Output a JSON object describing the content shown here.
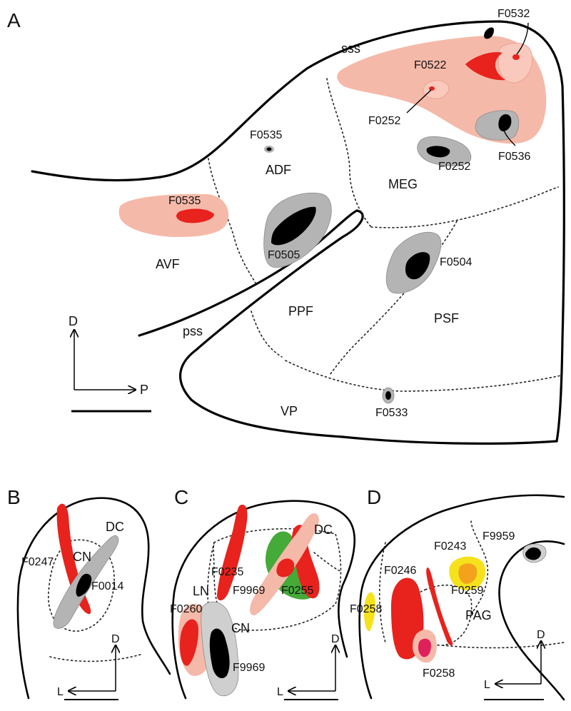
{
  "panels": {
    "a": "A",
    "b": "B",
    "c": "C",
    "d": "D"
  },
  "colors": {
    "pink": "#f5b9a9",
    "red": "#e8221c",
    "gray": "#b4b4b4",
    "black": "#000000",
    "green": "#44aa38",
    "yellow": "#f6e21c",
    "orange": "#f4a21c",
    "magenta": "#e0205a"
  },
  "panel_a": {
    "sulci": {
      "sss": "sss",
      "pss": "pss"
    },
    "regions": {
      "adf": "ADF",
      "meg": "MEG",
      "avf": "AVF",
      "ppf": "PPF",
      "psf": "PSF",
      "vp": "VP"
    },
    "sites": {
      "f0532": "F0532",
      "f0522": "F0522",
      "f0252_small": "F0252",
      "f0536": "F0536",
      "f0252_meg": "F0252",
      "f0535_dot": "F0535",
      "f0535_avf": "F0535",
      "f0505": "F0505",
      "f0504": "F0504",
      "f0533": "F0533"
    },
    "axes": {
      "dorsal": "D",
      "posterior": "P"
    }
  },
  "panel_b": {
    "regions": {
      "dc": "DC",
      "cn": "CN"
    },
    "sites": {
      "f0247": "F0247",
      "f0014": "F0014"
    },
    "axes": {
      "dorsal": "D",
      "lateral": "L"
    }
  },
  "panel_c": {
    "regions": {
      "dc": "DC",
      "ln": "LN",
      "cn": "CN"
    },
    "sites": {
      "f0235": "F0235",
      "f9969_upper": "F9969",
      "f0255": "F0255",
      "f0260": "F0260",
      "f9969_lower": "F9969"
    },
    "axes": {
      "dorsal": "D",
      "lateral": "L"
    }
  },
  "panel_d": {
    "regions": {
      "pag": "PAG"
    },
    "sites": {
      "f9959": "F9959",
      "f0243": "F0243",
      "f0246": "F0246",
      "f0259": "F0259",
      "f0258_left": "F0258",
      "f0258_bottom": "F0258"
    },
    "axes": {
      "dorsal": "D",
      "lateral": "L"
    }
  }
}
